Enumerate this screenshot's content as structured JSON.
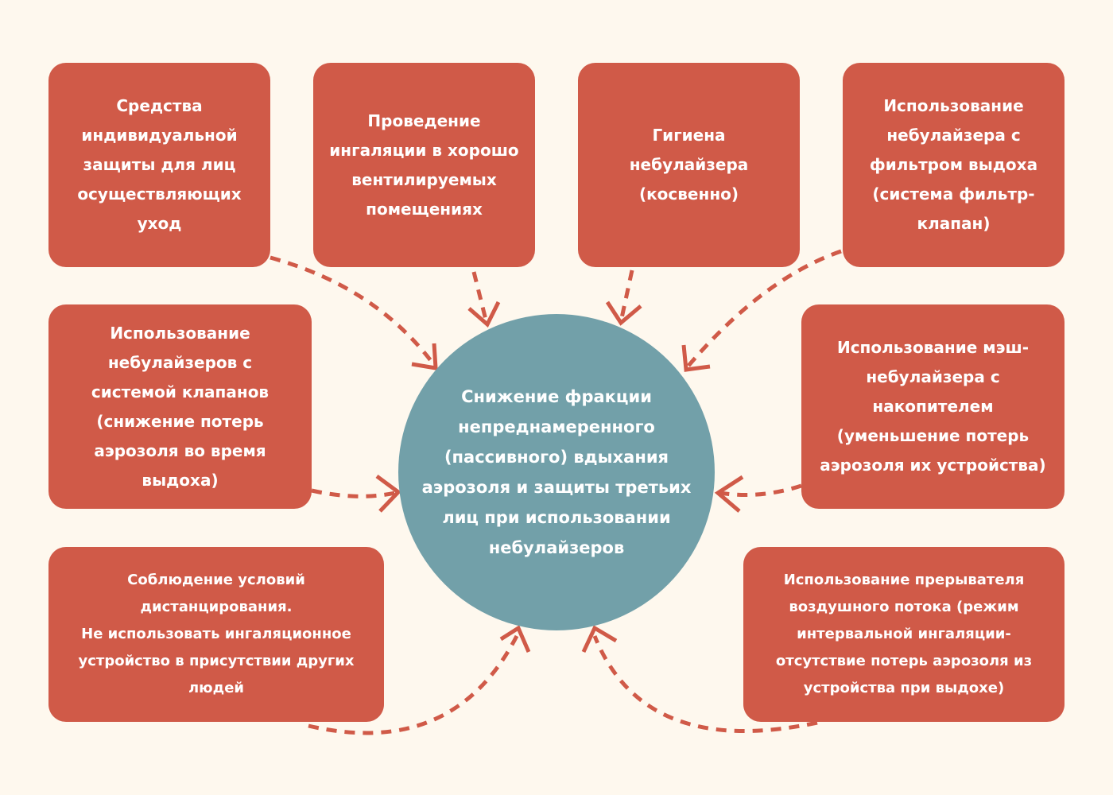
{
  "center": {
    "lines": [
      "Снижение фракции",
      "непреднамеренного",
      "(пассивного) вдыхания",
      "аэрозоля и защиты третьих",
      "лиц при использовании",
      "небулайзеров"
    ]
  },
  "boxes": [
    {
      "id": "ppe",
      "lines": [
        "Средства",
        "индивидуальной",
        "защиты для лиц",
        "осуществляющих",
        "уход"
      ]
    },
    {
      "id": "ventilation",
      "lines": [
        "Проведение",
        "ингаляции в хорошо",
        "вентилируемых",
        "помещениях"
      ]
    },
    {
      "id": "hygiene",
      "lines": [
        "Гигиена",
        "небулайзера",
        "(косвенно)"
      ]
    },
    {
      "id": "exhale-filter",
      "lines": [
        "Использование",
        "небулайзера с",
        "фильтром выдоха",
        "(система фильтр-",
        "клапан)"
      ]
    },
    {
      "id": "valve-system",
      "lines": [
        "Использование",
        "небулайзеров с",
        "системой клапанов",
        "(снижение потерь",
        "аэрозоля во время",
        "выдоха)"
      ]
    },
    {
      "id": "mesh-nebulizer",
      "lines": [
        "Использование мэш-",
        "небулайзера с",
        "накопителем",
        "(уменьшение потерь",
        "аэрозоля их устройства)"
      ]
    },
    {
      "id": "distancing",
      "lines": [
        "Соблюдение условий",
        "дистанцирования.",
        "Не использовать ингаляционное",
        "устройство в присутствии других",
        "людей"
      ]
    },
    {
      "id": "airflow-interrupter",
      "lines": [
        "Использование прерывателя",
        "воздушного потока (режим",
        "интервальной ингаляции-",
        "отсутствие потерь аэрозоля из",
        "устройства при выдохе)"
      ]
    }
  ],
  "colors": {
    "background": "#fef8ee",
    "box": "#d05a48",
    "circle": "#72a0a9",
    "arrow": "#d05a48",
    "text": "#ffffff"
  }
}
